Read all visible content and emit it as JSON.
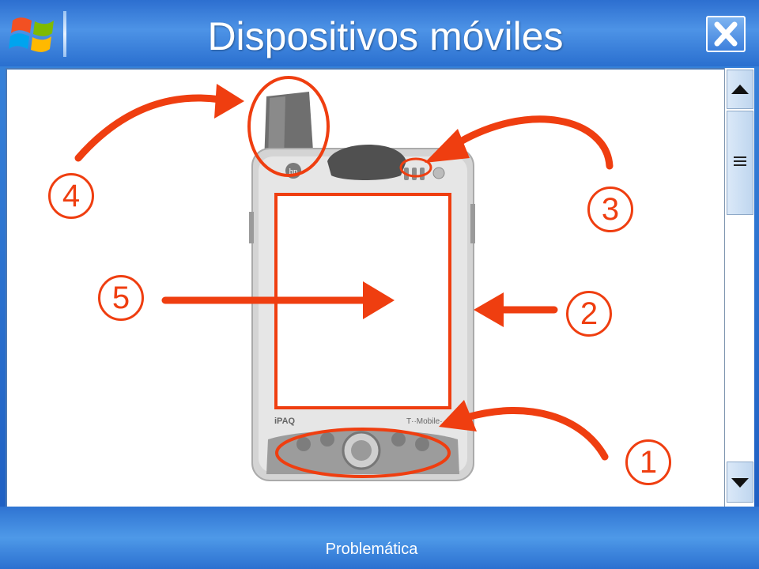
{
  "window": {
    "title": "Dispositivos móviles"
  },
  "footer": {
    "label": "Problemática"
  },
  "device": {
    "brand_label": "iPAQ",
    "carrier_label": "T··Mobile·"
  },
  "callouts": {
    "b1": "1",
    "b2": "2",
    "b3": "3",
    "b4": "4",
    "b5": "5"
  },
  "colors": {
    "annotation": "#ef3e10",
    "titlebar": "#2d6fd0",
    "footer": "#2f74d2"
  }
}
